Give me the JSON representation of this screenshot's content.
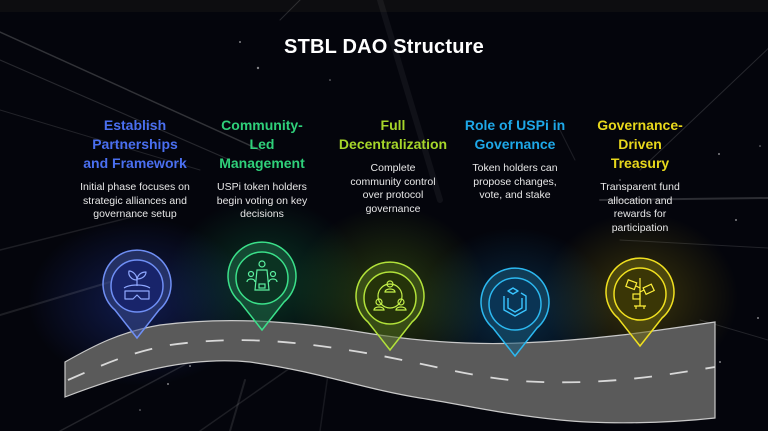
{
  "title": "STBL DAO Structure",
  "colors": {
    "background": "#05060c",
    "road": "#5a5a5a",
    "road_edge": "#c8c8c8",
    "lane_marking": "#d8d8d8"
  },
  "stages": [
    {
      "heading": "Establish Partnerships and Framework",
      "heading_lines": [
        "Establish",
        "Partnerships",
        "and Framework"
      ],
      "description": "Initial phase focuses on strategic alliances and governance setup",
      "color": "#4a6ff0",
      "icon": "plant-handshake-icon"
    },
    {
      "heading": "Community-Led Management",
      "heading_lines": [
        "Community-",
        "Led",
        "Management"
      ],
      "description": "USPi token holders begin voting on key decisions",
      "color": "#2fd07a",
      "icon": "meeting-table-icon"
    },
    {
      "heading": "Full Decentralization",
      "heading_lines": [
        "Full",
        "Decentralization"
      ],
      "description": "Complete community control over protocol governance",
      "color": "#a6d62a",
      "icon": "network-people-icon"
    },
    {
      "heading": "Role of USPi in Governance",
      "heading_lines": [
        "Role of USPi in",
        "Governance"
      ],
      "description": "Token holders can propose changes, vote, and stake",
      "color": "#1ea8e8",
      "icon": "uspi-cube-logo-icon"
    },
    {
      "heading": "Governance-Driven Treasury",
      "heading_lines": [
        "Governance-",
        "Driven",
        "Treasury"
      ],
      "description": "Transparent fund allocation and rewards for participation",
      "color": "#e8d81c",
      "icon": "money-tree-icon"
    }
  ]
}
